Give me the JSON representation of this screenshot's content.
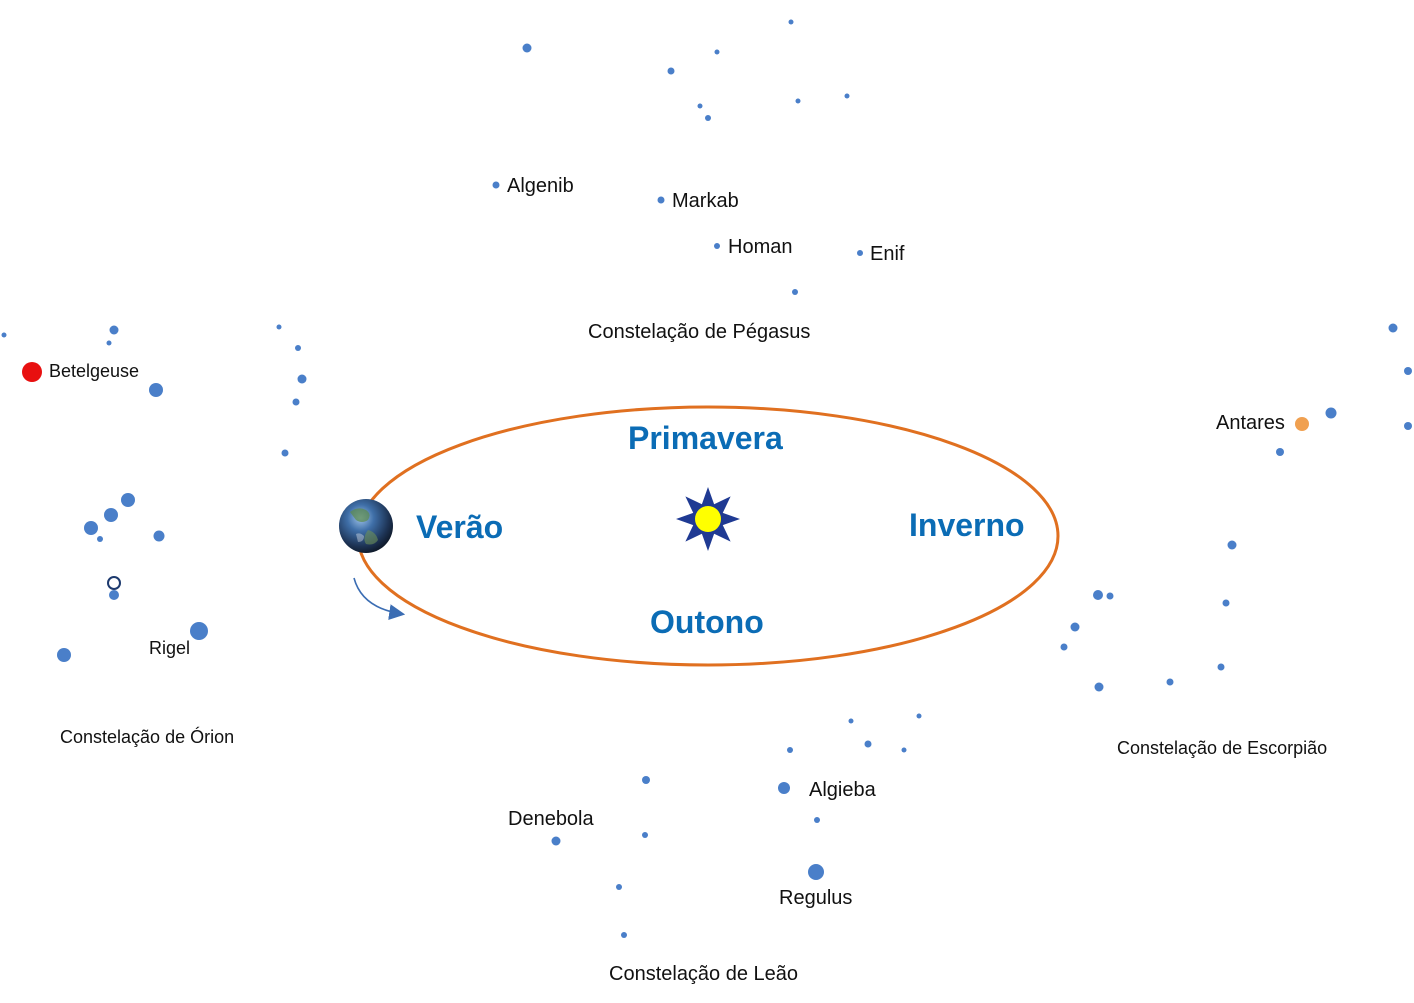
{
  "colors": {
    "star": "#4a7fc9",
    "orbit": "#e07020",
    "season_text": "#0b6cb5",
    "betelgeuse": "#e81010",
    "antares": "#f0a050",
    "sun_core": "#ffff00",
    "sun_rays": "#1f3a93",
    "earth": "#2a5ea0"
  },
  "seasons": {
    "primavera": "Primavera",
    "verao": "Verão",
    "inverno": "Inverno",
    "outono": "Outono"
  },
  "constellations": {
    "pegasus": {
      "name": "Constelação de Pégasus",
      "stars": [
        "Algenib",
        "Markab",
        "Homan",
        "Enif"
      ]
    },
    "orion": {
      "name": "Constelação de Órion",
      "stars": [
        "Betelgeuse",
        "Rigel"
      ]
    },
    "escorpiao": {
      "name": "Constelação de Escorpião",
      "stars": [
        "Antares"
      ]
    },
    "leao": {
      "name": "Constelação de Leão",
      "stars": [
        "Denebola",
        "Algieba",
        "Regulus"
      ]
    }
  },
  "icons": {
    "sun": "sun-icon",
    "earth": "earth-icon",
    "direction": "curved-arrow-icon"
  }
}
